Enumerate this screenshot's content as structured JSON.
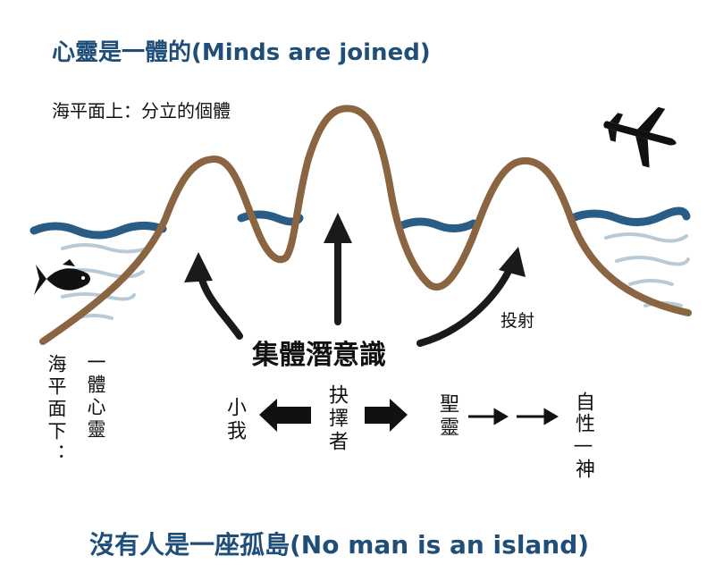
{
  "title_top": "心靈是一體的(Minds are joined)",
  "label_above_sea": "海平面上：分立的個體",
  "label_projection": "投射",
  "label_collective": "集體潛意識",
  "label_below_sea": "海平面下：",
  "label_one_mind": "一體心靈",
  "label_small_self": "小我",
  "label_chooser": "抉擇者",
  "label_holy_spirit": "聖靈",
  "label_true_self": "自性—神",
  "title_bottom": "沒有人是一座孤島(No man is an island)",
  "colors": {
    "title": "#1f4e79",
    "sea": "#2a5d86",
    "sea_light": "#b8cad6",
    "mountain": "#8b6442",
    "arrow": "#1a1a1a"
  },
  "icons": [
    "airplane-icon",
    "fish-icon"
  ]
}
